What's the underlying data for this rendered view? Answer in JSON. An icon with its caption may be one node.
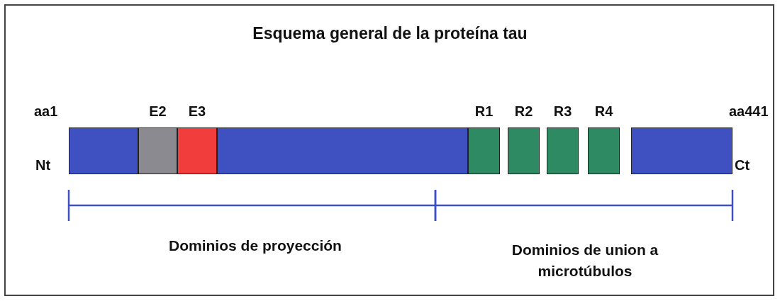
{
  "diagram": {
    "title": "Esquema general de la proteína tau",
    "nodes": [
      {
        "text": [],
        "shape": "bar"
      },
      {
        "text": [
          "E2"
        ]
      },
      {
        "text": [
          "E3"
        ]
      },
      {
        "text": [],
        "shape": "bar"
      },
      {
        "text": [
          "R1"
        ]
      },
      {
        "text": [
          "R2"
        ]
      },
      {
        "text": [
          "R3"
        ]
      },
      {
        "text": [
          "R4"
        ]
      },
      {
        "text": [],
        "shape": "bar"
      }
    ],
    "labels": [
      "aa1",
      "aa441",
      "Nt",
      "Ct",
      "Dominios de proyección",
      "Dominios de union a microtúbulos"
    ]
  }
}
